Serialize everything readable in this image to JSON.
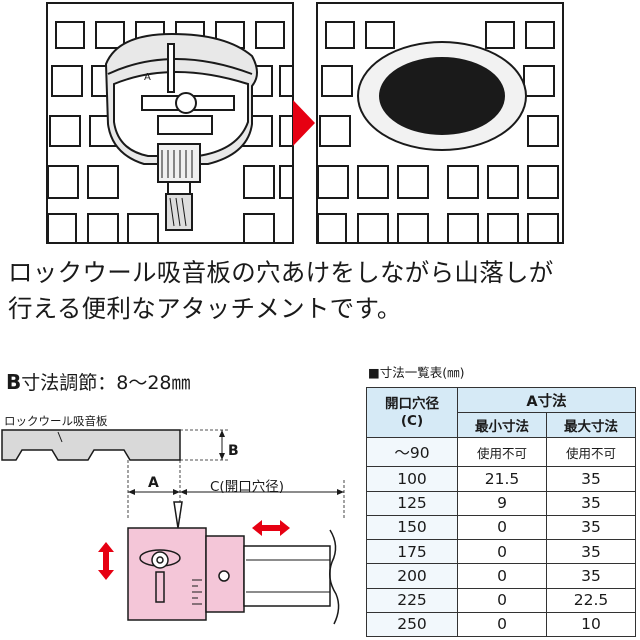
{
  "headline": {
    "line1": "ロックウール吸音板の穴あけをしながら山落しが",
    "line2": "行える便利なアタッチメントです。"
  },
  "adjust": {
    "prefix": "B",
    "title": "寸法調節：8～28㎜"
  },
  "diagram": {
    "board_label": "ロックウール吸音板",
    "label_a": "A",
    "label_b": "B",
    "label_c": "C(開口穴径)"
  },
  "table": {
    "title": "■寸法一覧表(㎜)",
    "col_open_line1": "開口穴径",
    "col_open_line2": "(C)",
    "col_a": "A寸法",
    "col_min": "最小寸法",
    "col_max": "最大寸法",
    "rows": [
      {
        "c": "～90",
        "min": "使用不可",
        "max": "使用不可"
      },
      {
        "c": "100",
        "min": "21.5",
        "max": "35"
      },
      {
        "c": "125",
        "min": "9",
        "max": "35"
      },
      {
        "c": "150",
        "min": "0",
        "max": "35"
      },
      {
        "c": "175",
        "min": "0",
        "max": "35"
      },
      {
        "c": "200",
        "min": "0",
        "max": "35"
      },
      {
        "c": "225",
        "min": "0",
        "max": "22.5"
      },
      {
        "c": "250",
        "min": "0",
        "max": "10"
      }
    ]
  },
  "colors": {
    "accent_red": "#e60012",
    "table_header_blue": "#d6eaf6",
    "tool_pink": "#f4c6d8"
  }
}
